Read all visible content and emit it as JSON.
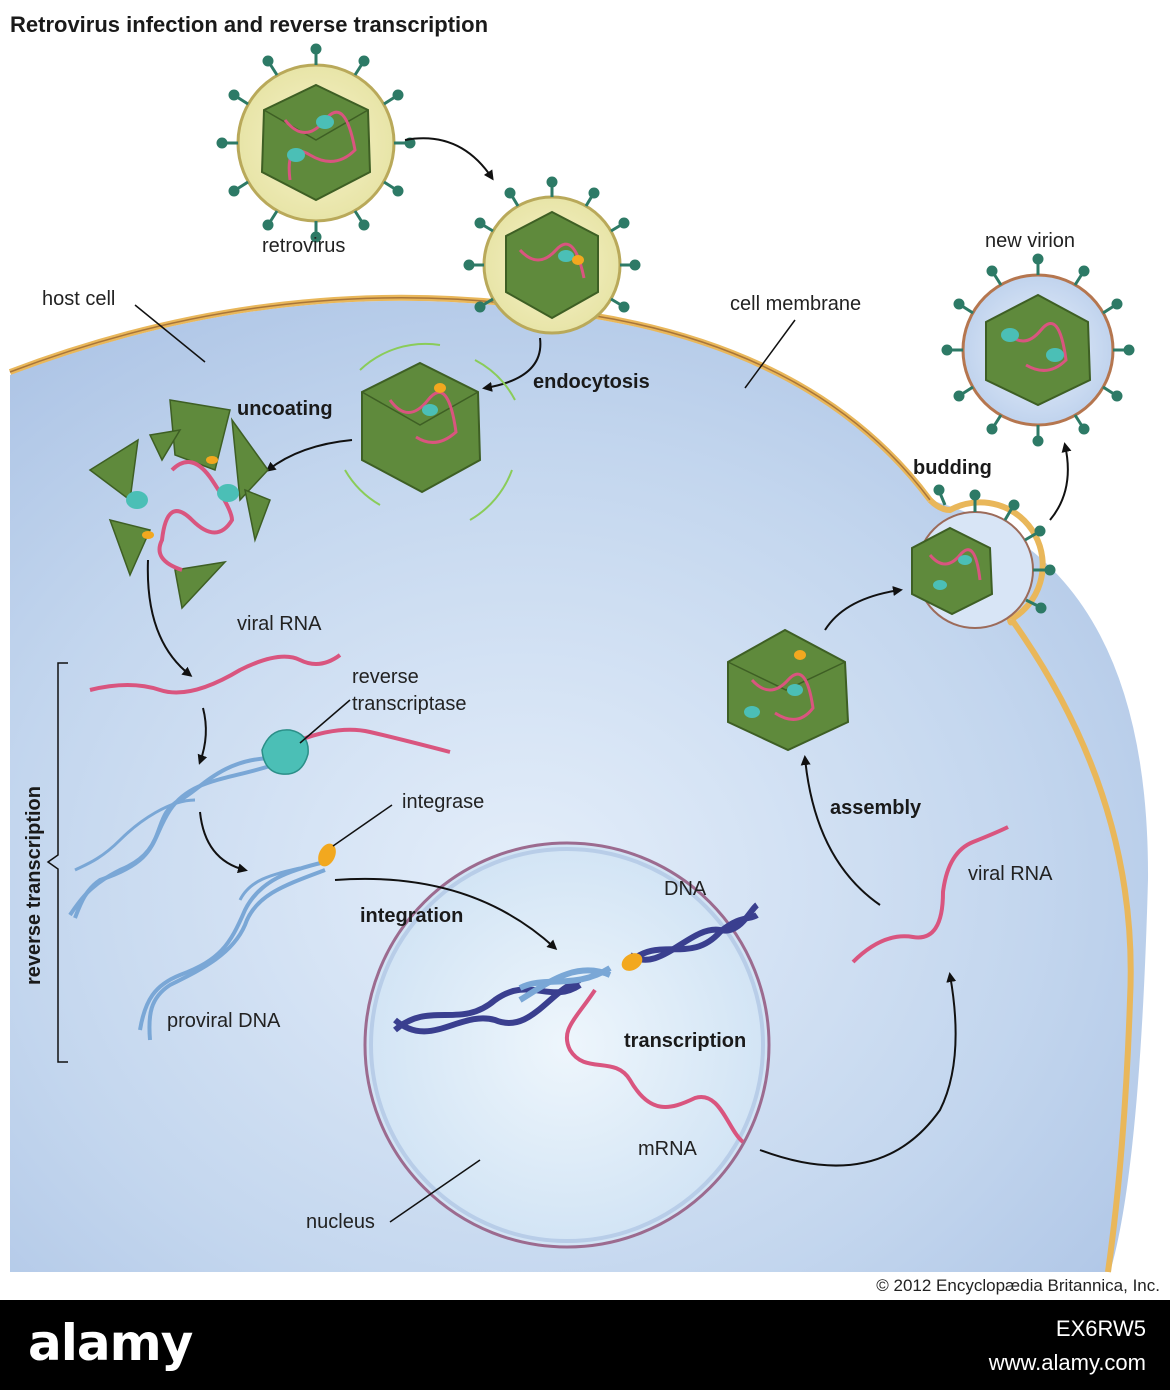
{
  "title": "Retrovirus infection and reverse transcription",
  "labels": {
    "retrovirus": "retrovirus",
    "host_cell": "host cell",
    "cell_membrane": "cell membrane",
    "new_virion": "new virion",
    "endocytosis": "endocytosis",
    "uncoating": "uncoating",
    "budding": "budding",
    "viral_rna_top": "viral RNA",
    "reverse_transcriptase_line1": "reverse",
    "reverse_transcriptase_line2": "transcriptase",
    "integrase": "integrase",
    "integration": "integration",
    "dna": "DNA",
    "proviral_dna": "proviral DNA",
    "transcription": "transcription",
    "mrna": "mRNA",
    "nucleus": "nucleus",
    "assembly": "assembly",
    "viral_rna_right": "viral RNA",
    "reverse_transcription": "reverse transcription"
  },
  "copyright": "© 2012 Encyclopædia Britannica, Inc.",
  "watermark": {
    "brand": "alamy",
    "image_id": "EX6RW5",
    "site": "www.alamy.com"
  },
  "colors": {
    "cytoplasm": "#b7cdea",
    "nucleus_fill": "#d6e8f6",
    "membrane": "#f0c36a",
    "capsid": "#5f8a3c",
    "rna": "#d9557f",
    "dna_light": "#7aa7d6",
    "dna_dark": "#3a3f8f",
    "enzyme": "#4bbfb6",
    "integrase": "#f2a81f",
    "spike": "#2d7a66"
  }
}
